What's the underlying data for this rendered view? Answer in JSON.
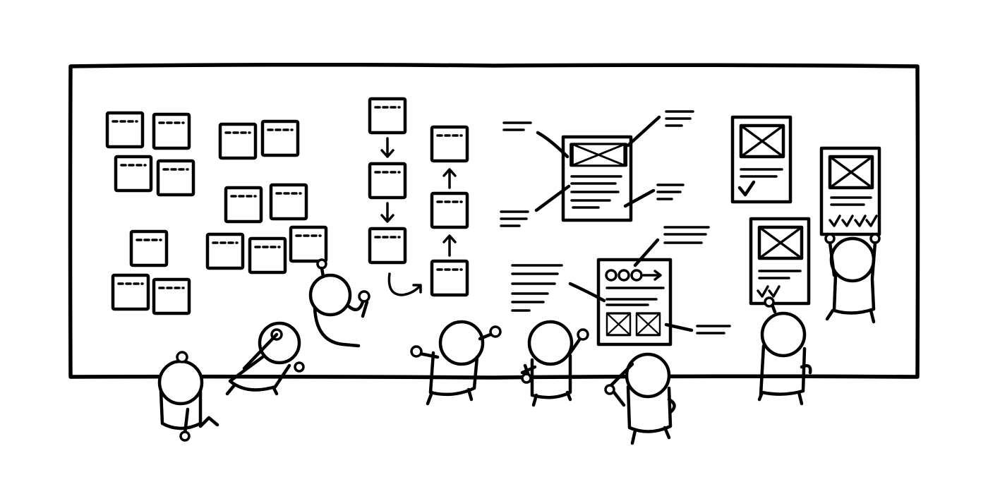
{
  "scene": {
    "ink_color": "#000000",
    "background_color": "#ffffff",
    "objects": [
      "whiteboard",
      "sticky-note-clusters",
      "flowchart",
      "annotated-wireframes",
      "mockup-cards",
      "people"
    ]
  }
}
